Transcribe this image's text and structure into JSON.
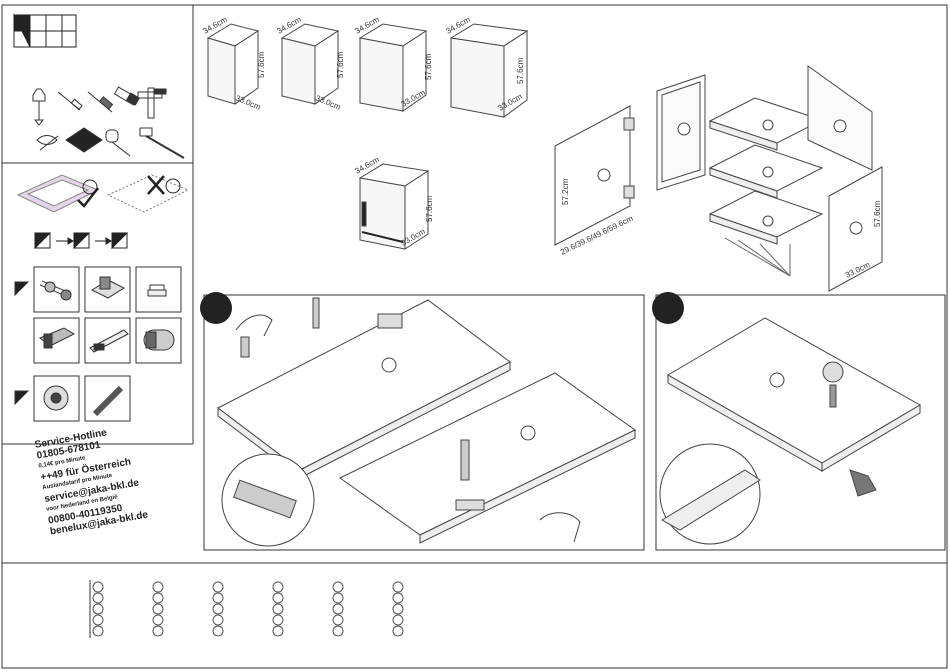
{
  "hotline": {
    "title": "Service-Hotline",
    "de_number": "01805-678101",
    "de_price": "0,14€ pro Minute",
    "at_number": "++49 für Österreich",
    "at_note": "Auslandstarif pro Minute",
    "email_de": "service@jaka-bkl.de",
    "nl_note": "voor Nederland en België",
    "nl_number": "00800-40119350",
    "email_nl": "benelux@jaka-bkl.de"
  },
  "cabinets": [
    {
      "depth": "34.6cm",
      "height": "57.6cm",
      "width": "33.0cm"
    },
    {
      "depth": "34.6cm",
      "height": "57.6cm",
      "width": "33.0cm"
    },
    {
      "depth": "34.6cm",
      "height": "57.6cm",
      "width": "33.0cm"
    },
    {
      "depth": "34.6cm",
      "height": "57.6cm",
      "width": "33.0cm"
    },
    {
      "depth": "34.6cm",
      "height": "57.6cm",
      "width": "33.0cm"
    }
  ],
  "exploded": {
    "door_height": "57.2cm",
    "door_widths": "29.6/39.6/49.6/59.6cm",
    "side_height": "57.6cm",
    "side_width": "33.0cm"
  },
  "checklist": {
    "columns": 6,
    "rows": 5
  }
}
